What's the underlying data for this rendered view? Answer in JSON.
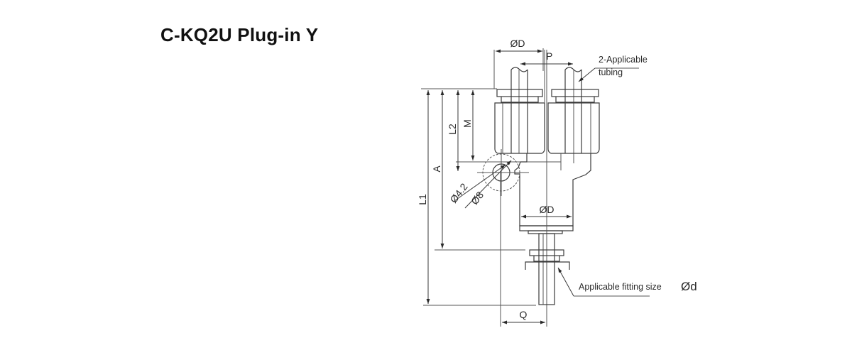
{
  "title": "C-KQ2U Plug-in Y",
  "drawing": {
    "dimensions": {
      "od_top": "ØD",
      "p": "P",
      "l1": "L1",
      "a": "A",
      "l2": "L2",
      "m": "M",
      "hole_inner": "Ø4.2",
      "hole_outer": "Ø8",
      "od_body": "ØD",
      "q": "Q"
    },
    "callouts": {
      "tubing_line1": "2-Applicable",
      "tubing_line2": "tubing",
      "fitting_text": "Applicable fitting size",
      "fitting_symbol": "Ød"
    }
  }
}
